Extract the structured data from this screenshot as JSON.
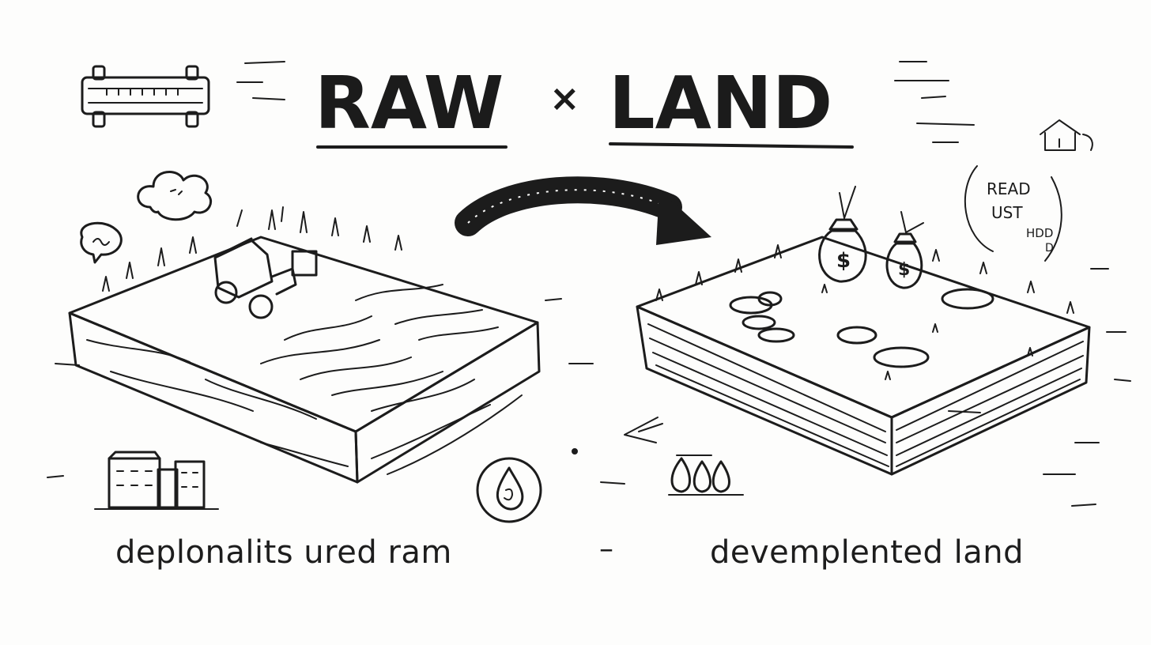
{
  "title": {
    "left_word": "RAW",
    "separator": "×",
    "right_word": "LAND"
  },
  "left_caption": "deplonalits ured ram",
  "middle_dash": "–",
  "right_caption": "devemplented land",
  "note_lines": [
    "READ",
    "UST",
    "HDD",
    "D"
  ],
  "money_symbol": "$",
  "icons": {
    "top_left": "measuring-ruler-icon",
    "cloud": "cloud-icon",
    "speech": "speech-bubble-icon",
    "tractor": "bulldozer-icon",
    "arrow": "curved-arrow-icon",
    "house": "house-icon",
    "buildings": "buildings-icon",
    "water": "water-drop-icon",
    "trees": "trees-icon",
    "money": "money-bag-icon"
  },
  "colors": {
    "ink": "#1c1c1c",
    "paper": "#fdfdfc"
  }
}
